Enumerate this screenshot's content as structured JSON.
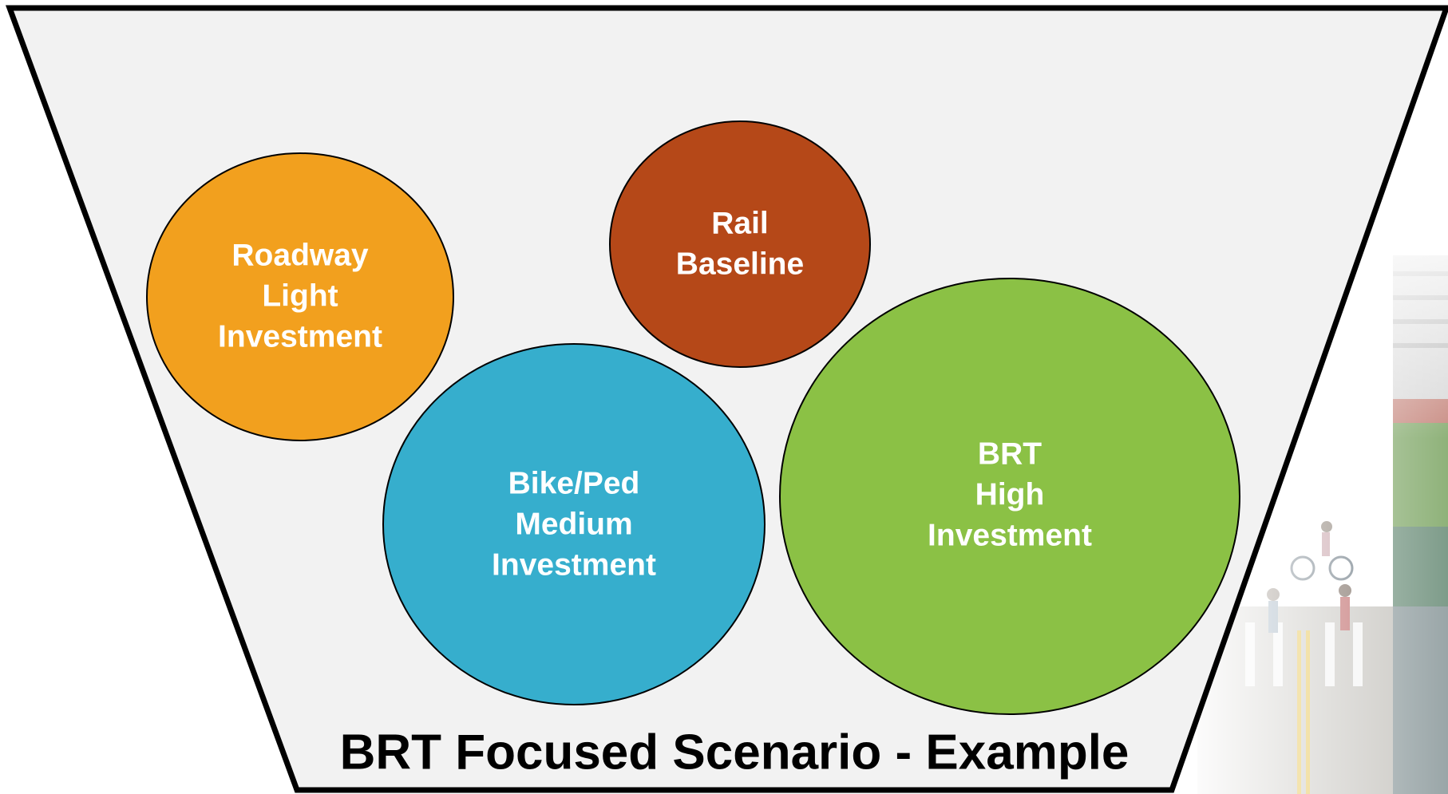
{
  "diagram": {
    "title": "BRT Focused Scenario - Example",
    "funnel_fill": "#f2f2f2",
    "funnel_stroke": "#000000",
    "bubbles": [
      {
        "id": "roadway",
        "lines": [
          "Roadway",
          "Light",
          "Investment"
        ],
        "color": "#f2a01e"
      },
      {
        "id": "rail",
        "lines": [
          "Rail",
          "Baseline"
        ],
        "color": "#b54818"
      },
      {
        "id": "bikeped",
        "lines": [
          "Bike/Ped",
          "Medium",
          "Investment"
        ],
        "color": "#36aecd"
      },
      {
        "id": "brt",
        "lines": [
          "BRT",
          "High",
          "Investment"
        ],
        "color": "#8bc145"
      }
    ]
  },
  "background_photo": {
    "icon": "street-bike-lane-photo-icon"
  }
}
